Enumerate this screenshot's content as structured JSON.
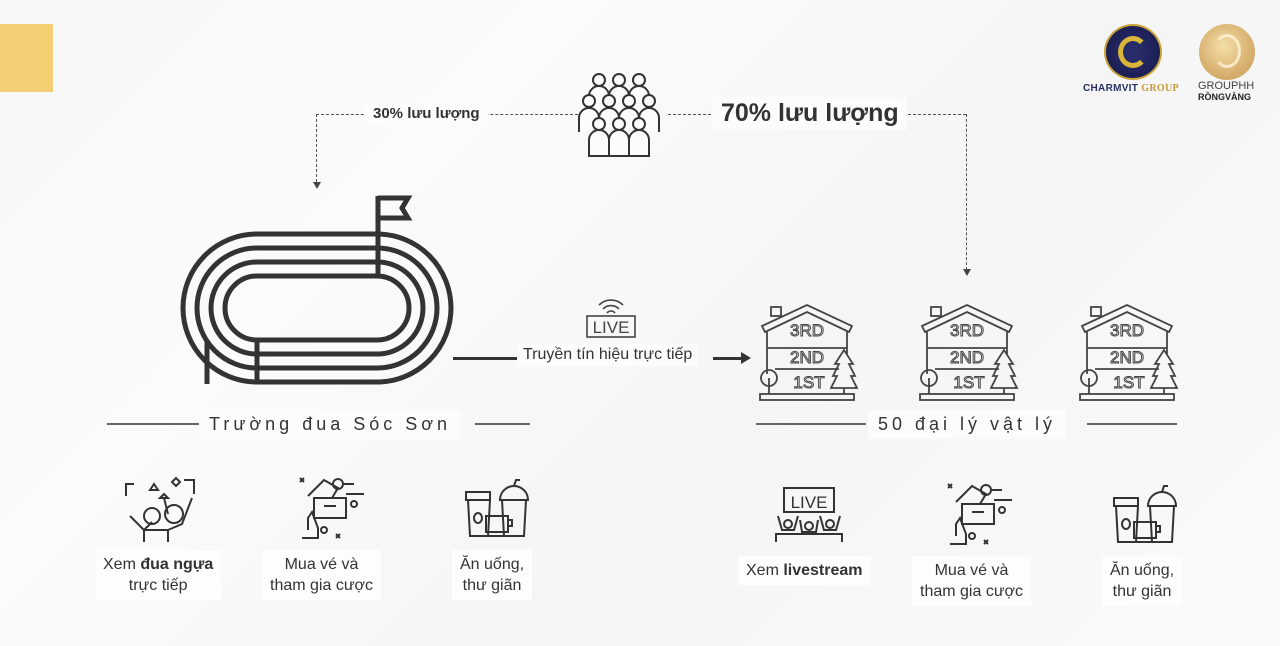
{
  "branding": {
    "logos": [
      {
        "name": "CHARMVIT",
        "suffix": "GROUP",
        "colors": {
          "primary": "#2a2f66",
          "accent": "#c49a3a"
        }
      },
      {
        "name": "GROUPHH",
        "suffix": "RỒNGVÀNG",
        "colors": {
          "primary": "#d8b070"
        }
      }
    ],
    "accent_square_color": "#f1cf72"
  },
  "traffic_split": {
    "left_label": "30% lưu lượng",
    "right_label": "70% lưu lượng",
    "source_icon": "crowd-icon"
  },
  "venue": {
    "title": "Trường đua Sóc Sơn",
    "icon": "race-track-icon",
    "features": [
      {
        "icon": "cheering-fans-icon",
        "text_plain": "Xem ",
        "text_bold": "đua ngựa",
        "text_line2": "trực tiếp"
      },
      {
        "icon": "betting-ticket-icon",
        "text_line1": "Mua vé và",
        "text_line2": "tham gia cược"
      },
      {
        "icon": "food-drink-icon",
        "text_line1": "Ăn uống,",
        "text_line2": "thư giãn"
      }
    ]
  },
  "broadcast": {
    "live_badge": "LIVE",
    "label": "Truyền tín hiệu trực tiếp",
    "icon": "wifi-signal-icon"
  },
  "agents": {
    "title": "50 đại lý vật lý",
    "building_floors": [
      "3RD",
      "2ND",
      "1ST"
    ],
    "building_count": 3,
    "features": [
      {
        "icon": "livestream-screen-icon",
        "text_plain": "Xem ",
        "text_bold": "livestream"
      },
      {
        "icon": "betting-ticket-icon",
        "text_line1": "Mua vé và",
        "text_line2": "tham gia cược"
      },
      {
        "icon": "food-drink-icon",
        "text_line1": "Ăn uống,",
        "text_line2": "thư giãn"
      }
    ]
  }
}
